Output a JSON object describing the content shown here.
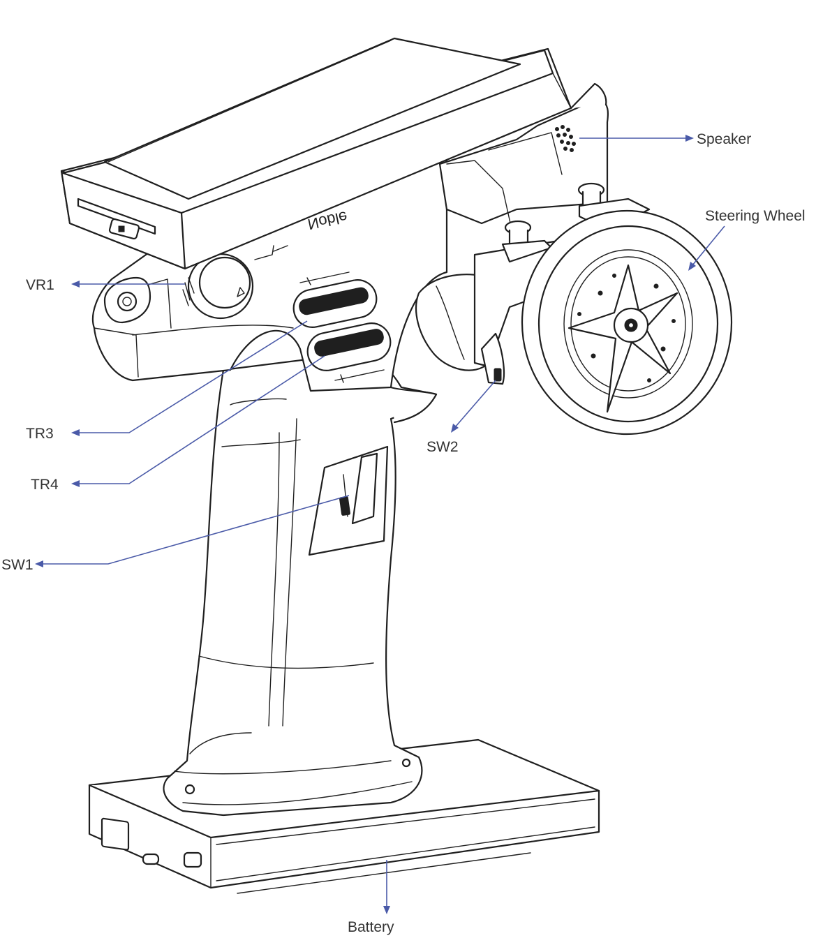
{
  "diagram": {
    "accent_color": "#4a5aa8",
    "line_color": "#1f1f1f",
    "labels": {
      "speaker": "Speaker",
      "steering_wheel": "Steering Wheel",
      "vr1": "VR1",
      "tr3": "TR3",
      "tr4": "TR4",
      "sw1": "SW1",
      "sw2": "SW2",
      "battery": "Battery"
    }
  }
}
